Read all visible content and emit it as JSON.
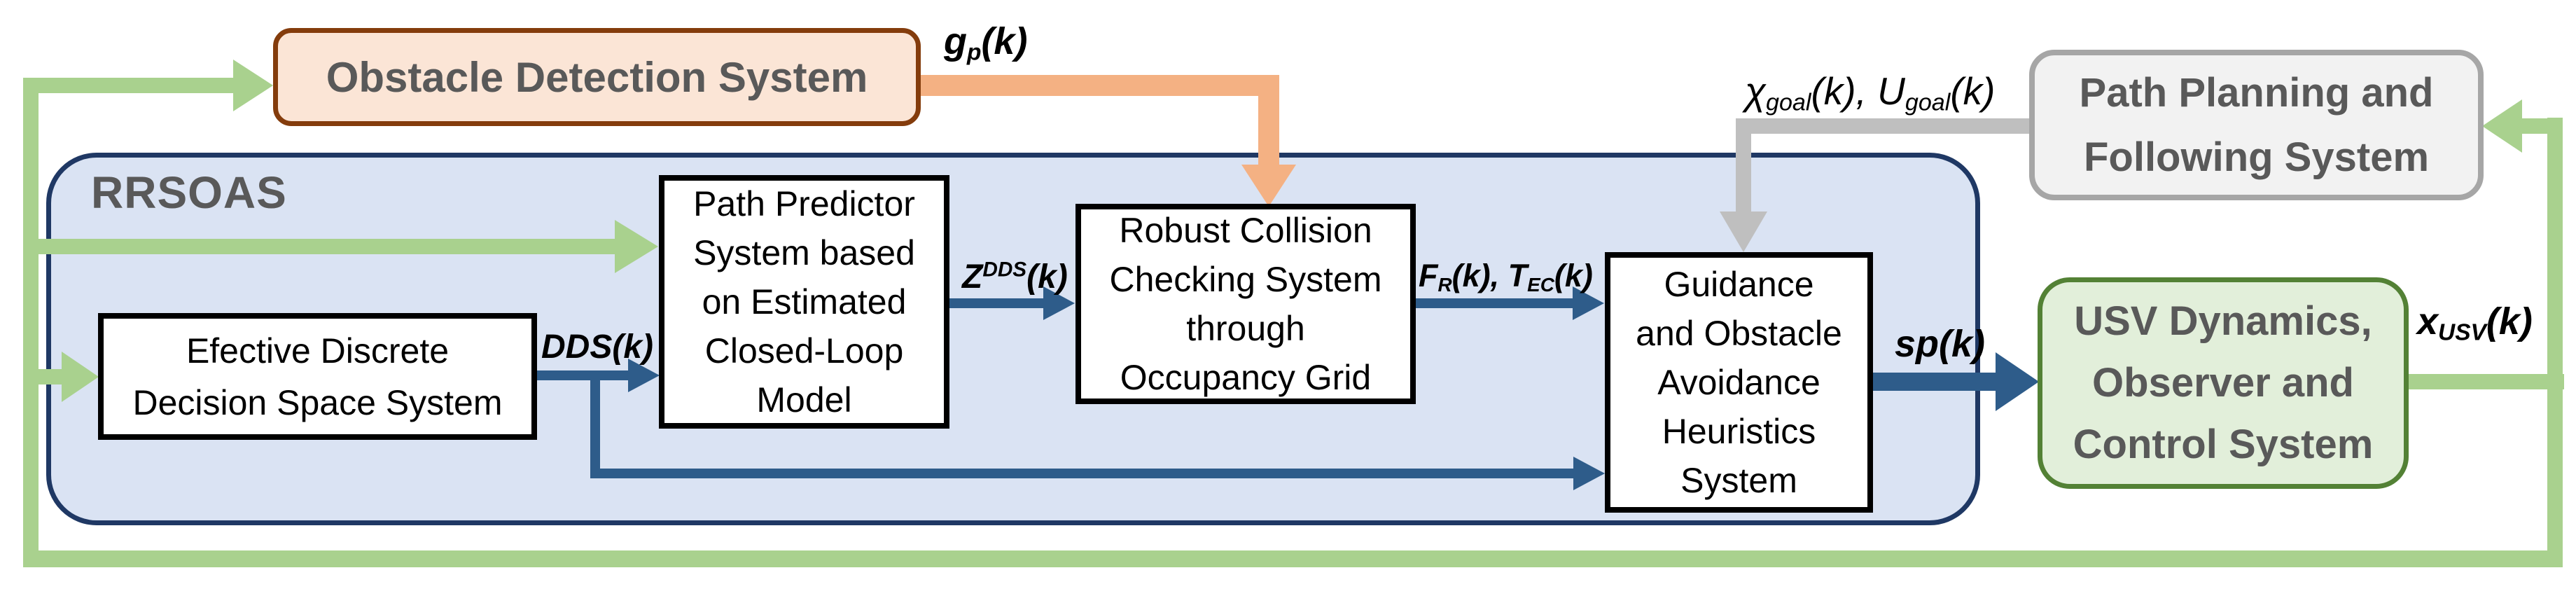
{
  "diagram": {
    "boxes": {
      "obstacle_detection": {
        "label": "Obstacle Detection System"
      },
      "rrsoas": {
        "label": "RRSOAS"
      },
      "effective_dds": {
        "lines": [
          "Efective Discrete",
          "Decision Space System"
        ]
      },
      "path_predictor": {
        "lines": [
          "Path Predictor",
          "System based",
          "on Estimated",
          "Closed-Loop",
          "Model"
        ]
      },
      "robust_collision": {
        "lines": [
          "Robust Collision",
          "Checking System",
          "through",
          "Occupancy Grid"
        ]
      },
      "guidance": {
        "lines": [
          "Guidance",
          "and Obstacle",
          "Avoidance",
          "Heuristics",
          "System"
        ]
      },
      "usv": {
        "lines": [
          "USV Dynamics,",
          "Observer and",
          "Control System"
        ]
      },
      "path_planning": {
        "lines": [
          "Path Planning and",
          "Following System"
        ]
      }
    },
    "signals": {
      "gp": {
        "base": "g",
        "sub": "p",
        "paren": "(k)"
      },
      "dds": {
        "text": "DDS(k)"
      },
      "zdds": {
        "base": "Z",
        "sup": "DDS",
        "paren": "(k)"
      },
      "fr": {
        "base": "F",
        "sub": "R",
        "paren": "(k), "
      },
      "tec": {
        "base": "T",
        "sub": "EC",
        "paren": "(k)"
      },
      "sp": {
        "text": "sp(k)"
      },
      "xusv": {
        "base": "x",
        "sub": "USV",
        "paren": "(k)"
      },
      "chi": {
        "base": "χ",
        "sub": "goal",
        "paren": "(k), "
      },
      "ugoal": {
        "base": "U",
        "sub": "goal",
        "paren": "(k)"
      }
    },
    "colors": {
      "green": "#a9d18e",
      "orange_line": "#f4b183",
      "orange_fill": "#fbe5d6",
      "orange_border": "#843c0c",
      "navy": "#1f3864",
      "panel_fill": "#dae3f3",
      "arrow_blue": "#2e5c8a",
      "gray_line": "#bfbfbf",
      "gray_fill": "#f2f2f2",
      "gray_border": "#a6a6a6",
      "usv_fill": "#e2efda",
      "usv_border": "#538135",
      "text_gray": "#595959"
    }
  }
}
